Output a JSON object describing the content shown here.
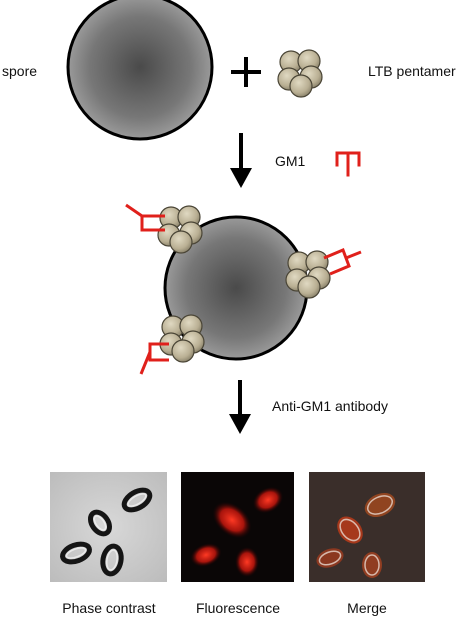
{
  "labels": {
    "spore": "spore",
    "ltb_pentamer": "LTB pentamer",
    "gm1": "GM1",
    "antibody": "Anti-GM1 antibody"
  },
  "panels": [
    {
      "caption": "Phase contrast"
    },
    {
      "caption": "Fluorescence"
    },
    {
      "caption": "Merge"
    }
  ],
  "colors": {
    "spore_fill": "#5a5a5a",
    "pentamer_fill": "#bdb49a",
    "gm1_red": "#e0201b",
    "fluor_red": "#ff2a1a",
    "arrow": "#000000"
  },
  "icons": [
    "spore-icon",
    "ltb-pentamer-icon",
    "plus-icon",
    "arrow-down-icon",
    "gm1-icon"
  ]
}
